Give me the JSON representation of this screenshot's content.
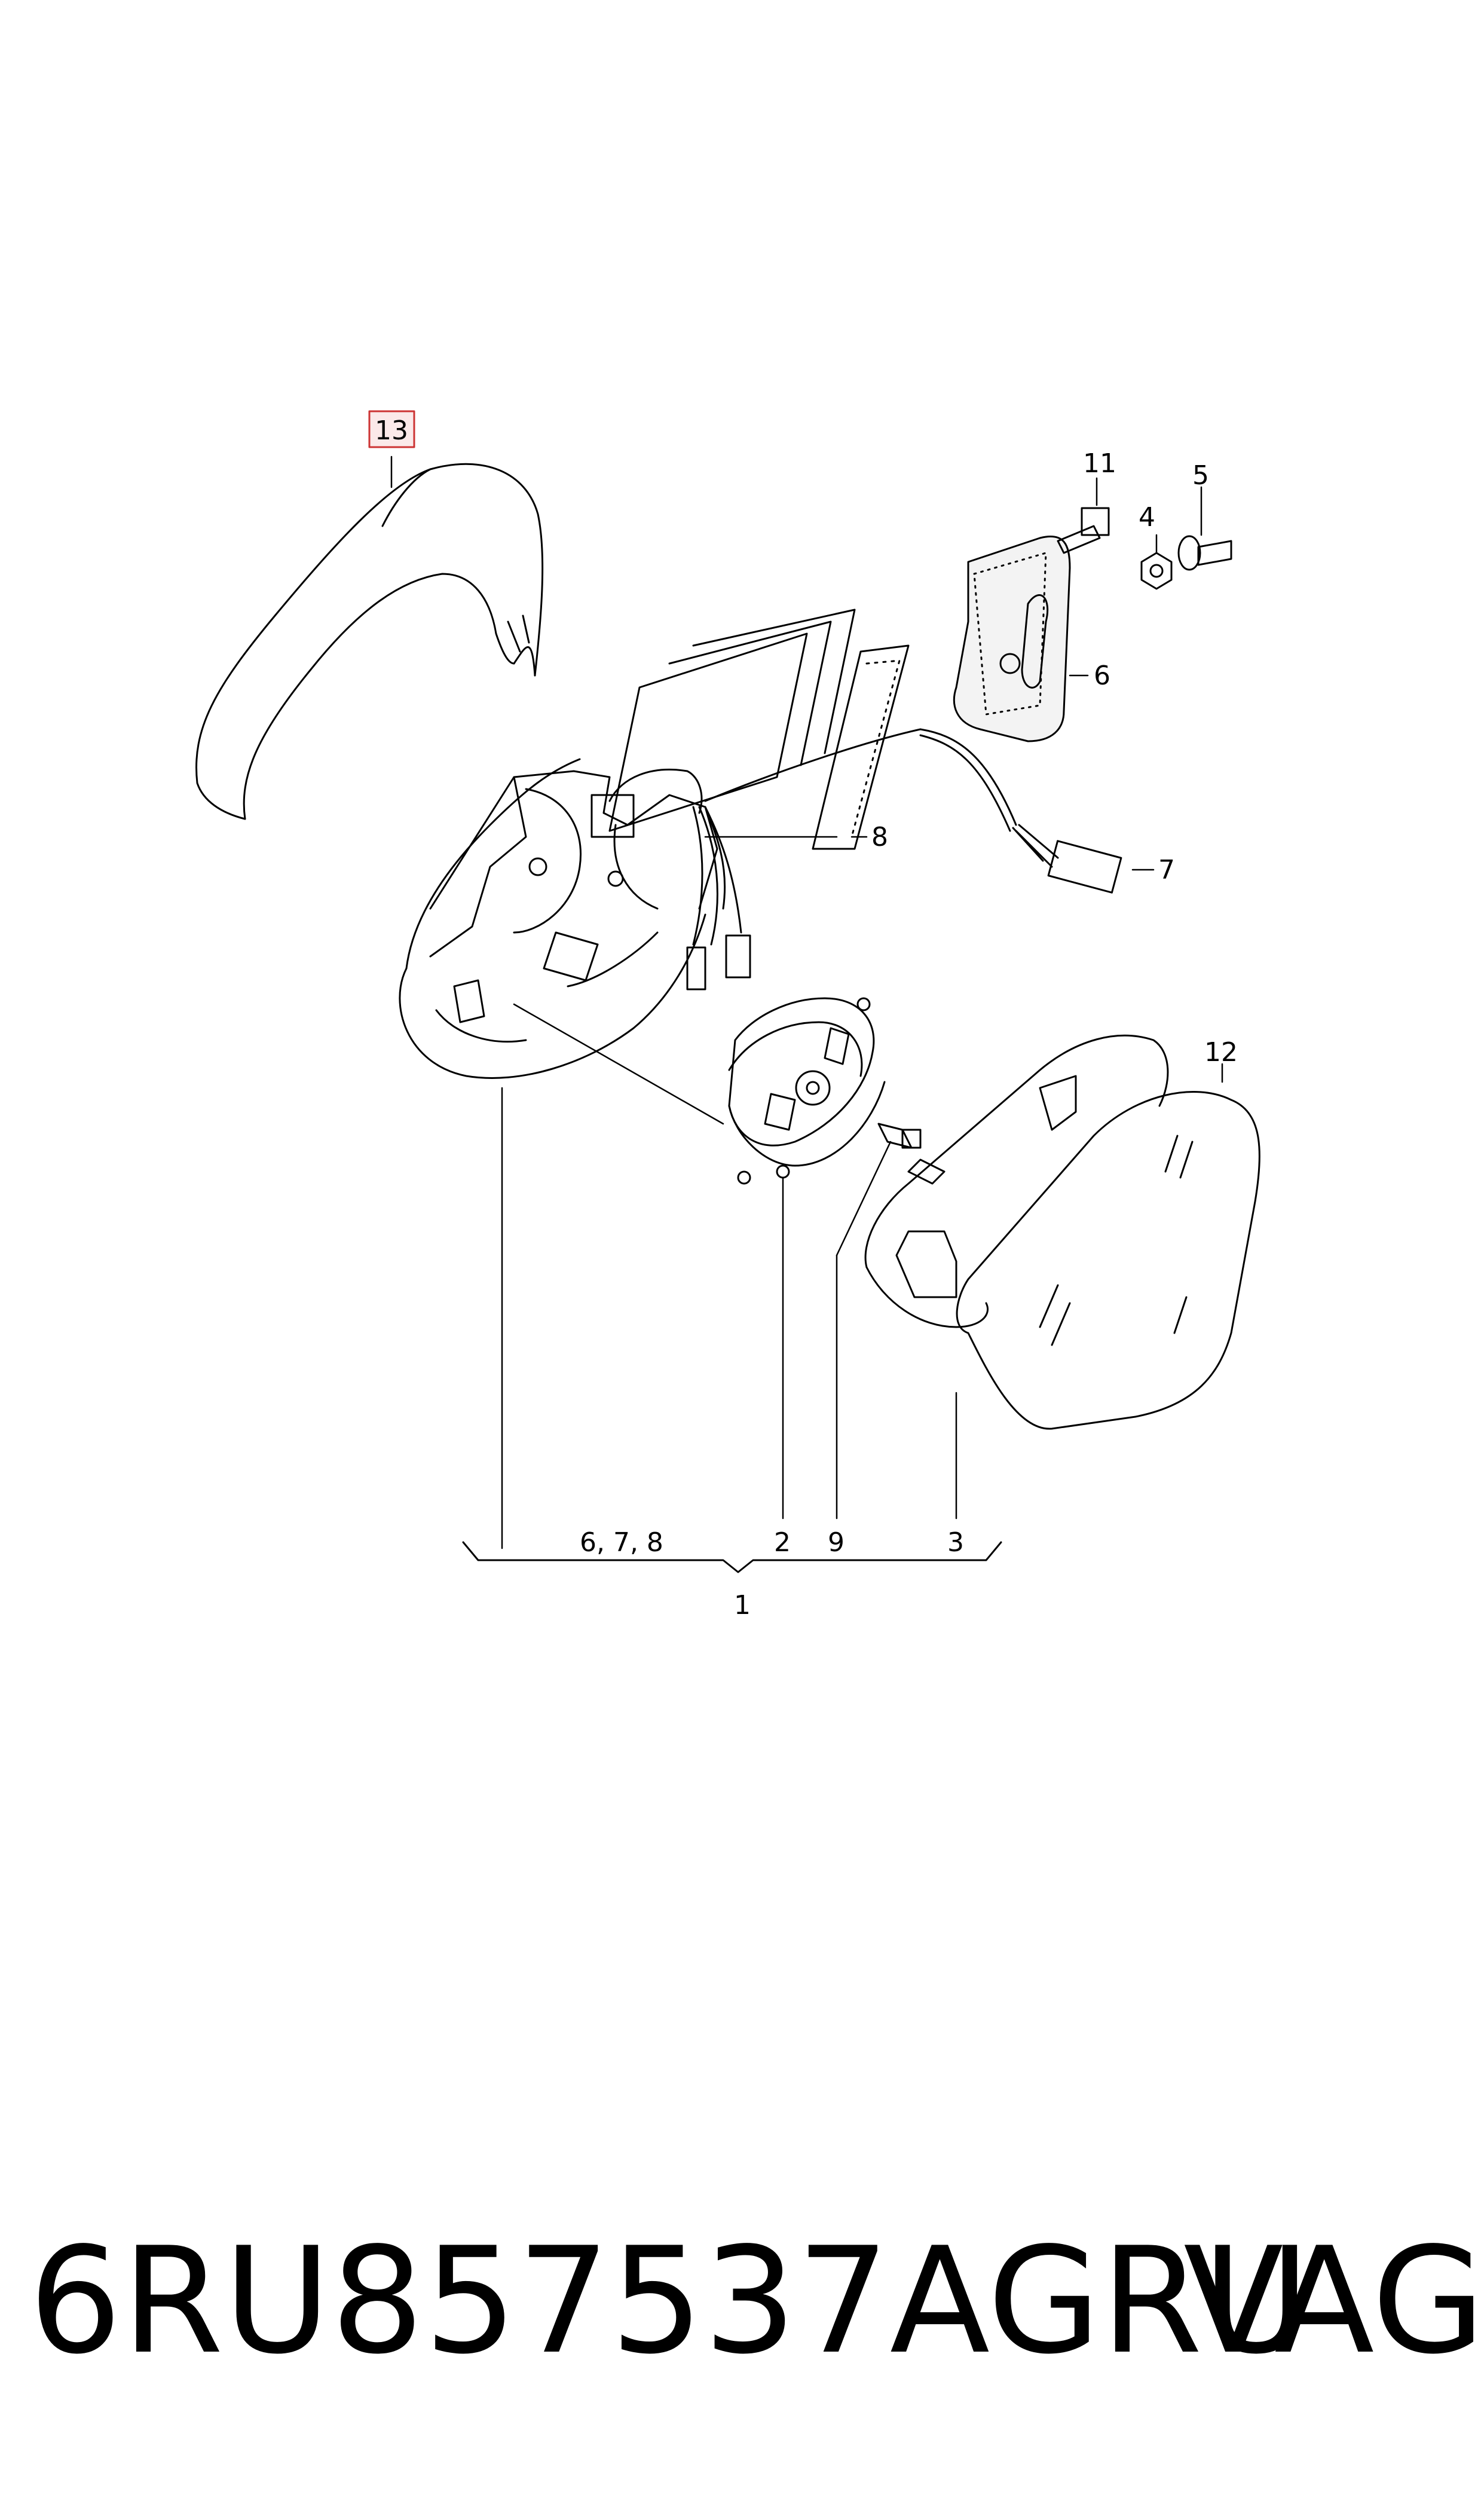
{
  "diagram": {
    "callouts": {
      "c1": "1",
      "c2": "2",
      "c3": "3",
      "c4": "4",
      "c5": "5",
      "c6": "6",
      "c7": "7",
      "c8": "8",
      "c9": "9",
      "c11": "11",
      "c12": "12",
      "c13": "13",
      "c678": "6, 7, 8"
    },
    "highlight_color": "#cc3333"
  },
  "footer": {
    "part_number": "6RU857537AGRU",
    "brand": "VAG"
  }
}
